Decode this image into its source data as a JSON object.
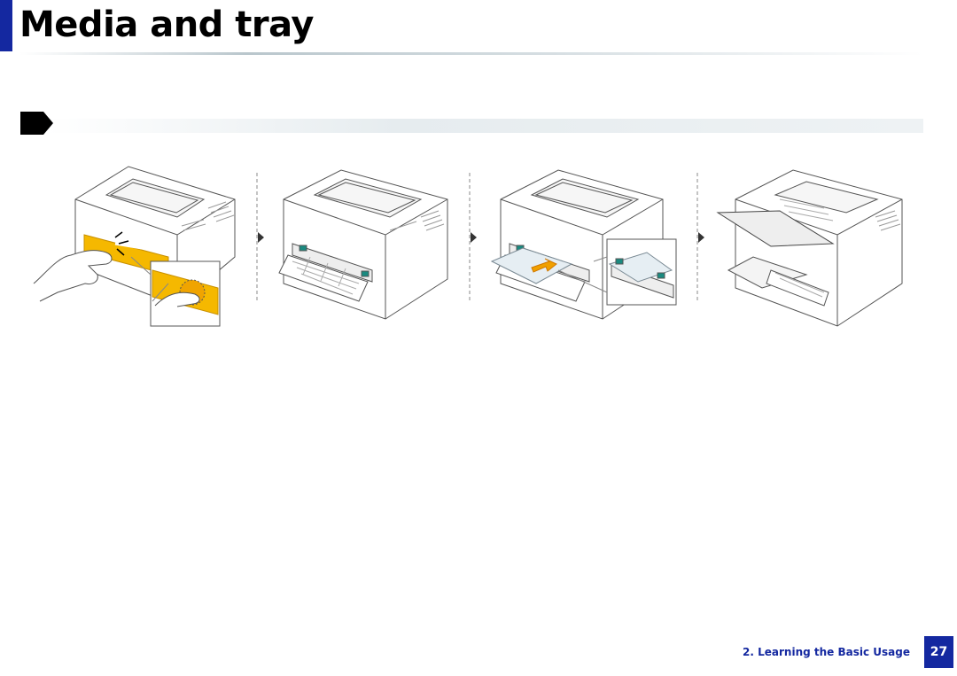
{
  "page": {
    "title": "Media and tray",
    "accent_color": "#1428a0"
  },
  "section": {
    "marker_icon": "arrow-tab-icon"
  },
  "illustration": {
    "step_count": 4,
    "separator_icon": "triangle-right-icon",
    "highlight_color": "#f5b800"
  },
  "footer": {
    "chapter": "2. Learning the Basic Usage",
    "page_number": "27"
  }
}
